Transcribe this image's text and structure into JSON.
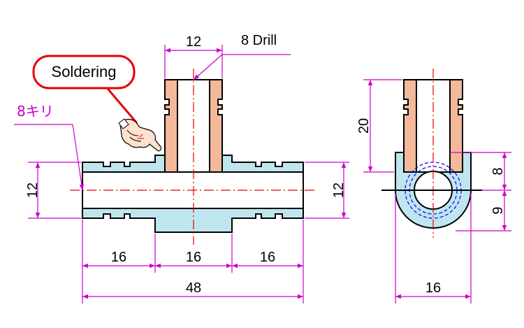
{
  "callout": {
    "label": "Soldering"
  },
  "annotations": {
    "drill_label": "8 Drill",
    "drill_jp_label": "8キリ"
  },
  "dimensions": {
    "branch_width": "12",
    "left_bore_height": "12",
    "right_bore_height": "12",
    "seg_left": "16",
    "seg_mid": "16",
    "seg_right": "16",
    "overall_length": "48",
    "side_branch_height": "20",
    "side_upper": "8",
    "side_lower": "9",
    "side_width": "16"
  },
  "colors": {
    "dimension": "#cc00cc",
    "centerline": "#e60000",
    "hidden_line": "#0000ff",
    "copper_fill": "#f4b89a",
    "body_fill": "#bfe6ee",
    "callout_border": "#e60000"
  }
}
